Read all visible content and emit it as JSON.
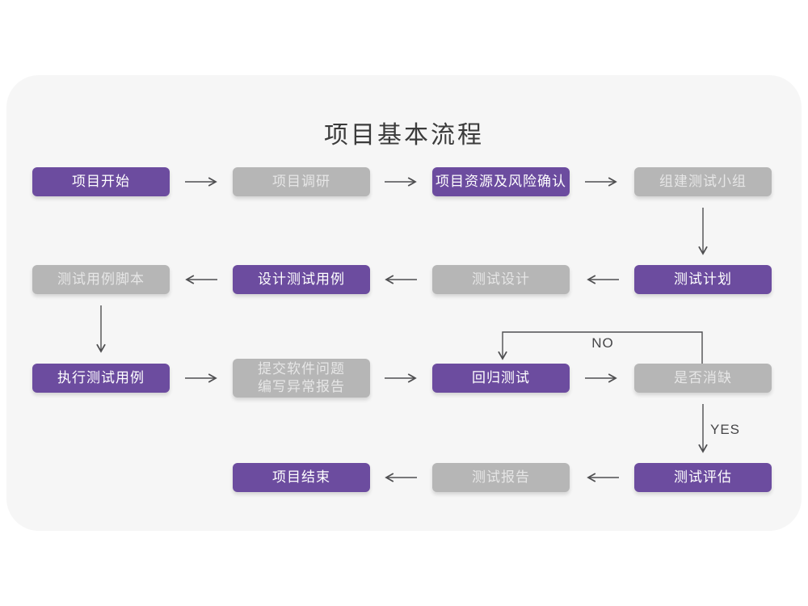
{
  "title": "项目基本流程",
  "colors": {
    "accent_purple": "#6c4c9f",
    "node_gray": "#b6b6b6",
    "card_background": "#f6f6f6",
    "arrow": "#4f4f51"
  },
  "labels": {
    "no": "NO",
    "yes": "YES"
  },
  "nodes": [
    {
      "id": "project-start",
      "label": "项目开始",
      "variant": "purple"
    },
    {
      "id": "project-research",
      "label": "项目调研",
      "variant": "gray"
    },
    {
      "id": "resource-risk-confirm",
      "label": "项目资源及风险确认",
      "variant": "purple"
    },
    {
      "id": "build-test-team",
      "label": "组建测试小组",
      "variant": "gray"
    },
    {
      "id": "test-plan",
      "label": "测试计划",
      "variant": "purple"
    },
    {
      "id": "test-design",
      "label": "测试设计",
      "variant": "gray"
    },
    {
      "id": "design-test-cases",
      "label": "设计测试用例",
      "variant": "purple"
    },
    {
      "id": "test-case-script",
      "label": "测试用例脚本",
      "variant": "gray"
    },
    {
      "id": "execute-test-cases",
      "label": "执行测试用例",
      "variant": "purple"
    },
    {
      "id": "submit-issue-report",
      "label": "提交软件问题\n编写异常报告",
      "variant": "gray"
    },
    {
      "id": "regression-test",
      "label": "回归测试",
      "variant": "purple"
    },
    {
      "id": "defect-resolved",
      "label": "是否消缺",
      "variant": "gray"
    },
    {
      "id": "test-evaluation",
      "label": "测试评估",
      "variant": "purple"
    },
    {
      "id": "test-report",
      "label": "测试报告",
      "variant": "gray"
    },
    {
      "id": "project-end",
      "label": "项目结束",
      "variant": "purple"
    }
  ]
}
